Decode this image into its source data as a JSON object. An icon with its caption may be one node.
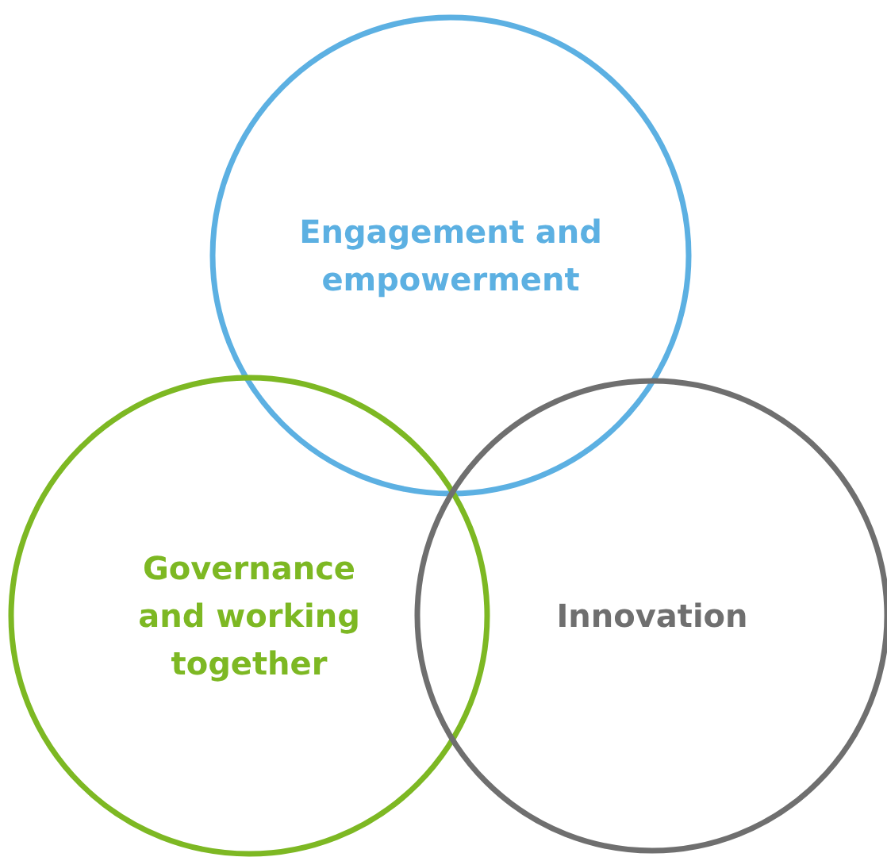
{
  "diagram": {
    "nodes": [
      {
        "text": [
          "Engagement and empowerment"
        ]
      },
      {
        "text": [
          "Governance and working together"
        ]
      },
      {
        "text": [
          "Innovation"
        ]
      }
    ]
  }
}
